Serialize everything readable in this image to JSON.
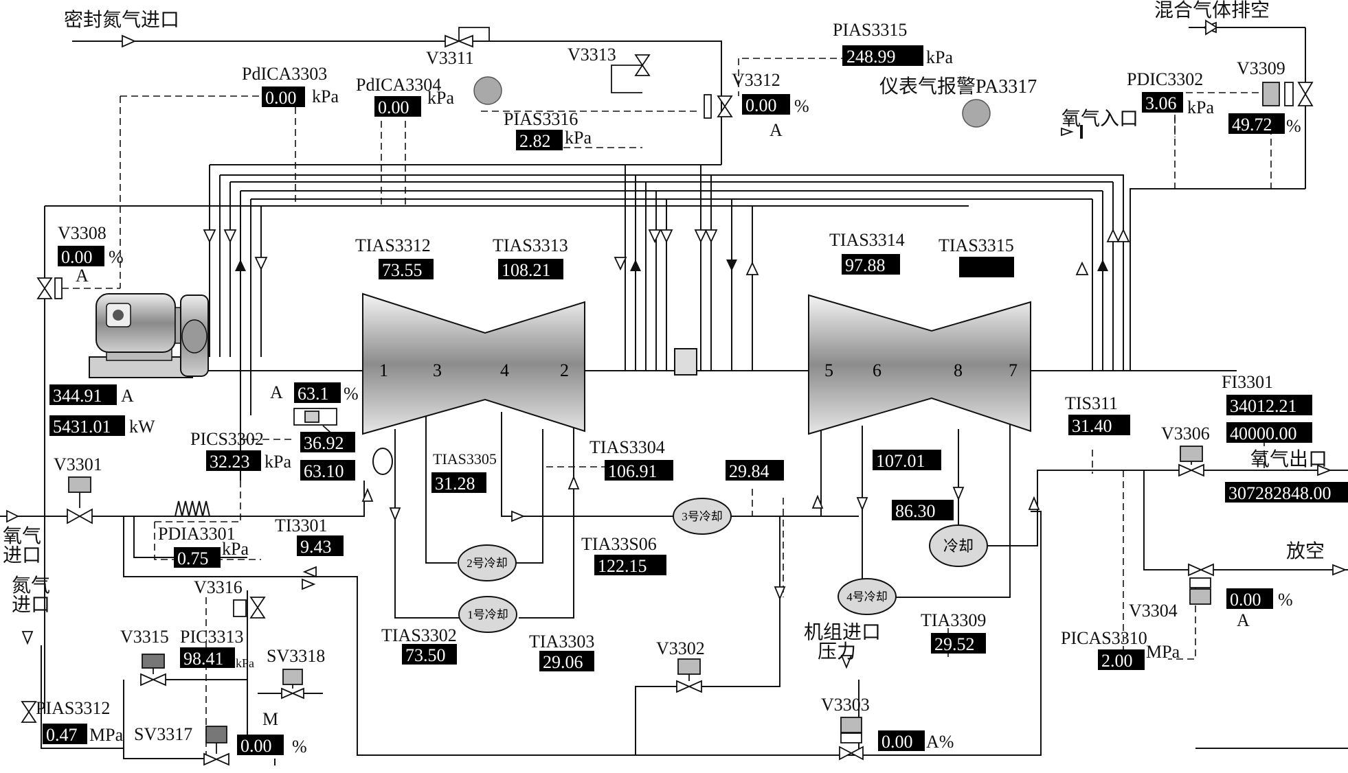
{
  "inlets_outlets": {
    "seal_n2_inlet": "密封氮气进口",
    "mixed_gas_vent": "混合气体排空",
    "o2_inlet": "氧气入口",
    "o2_outlet": "氧气出口",
    "vent": "放空",
    "oxygen_in_line1": "氧气",
    "oxygen_in_line2": "进口",
    "nitrogen_in_line1": "氮气",
    "nitrogen_in_line2": "进口",
    "unit_inlet_pressure_line1": "机组进口",
    "unit_inlet_pressure_line2": "压力",
    "instrument_air_alarm": "仪表气报警PA3317"
  },
  "valves": {
    "V3311": "V3311",
    "V3313": "V3313",
    "V3312": "V3312",
    "V3309": "V3309",
    "V3308": "V3308",
    "V3301": "V3301",
    "V3316": "V3316",
    "V3315": "V3315",
    "V3318": "SV3318",
    "V3317": "SV3317",
    "V3302": "V3302",
    "V3303": "V3303",
    "V3306": "V3306",
    "V3304": "V3304"
  },
  "tags": {
    "PIAS3315": "PIAS3315",
    "PdICA3303": "PdICA3303",
    "PdICA3304": "PdICA3304",
    "PIAS3316": "PIAS3316",
    "PDIC3302": "PDIC3302",
    "TIAS3312": "TIAS3312",
    "TIAS3313": "TIAS3313",
    "TIAS3314": "TIAS3314",
    "TIAS3315": "TIAS3315",
    "PICS3302": "PICS3302",
    "TIAS3305": "TIAS3305",
    "TIAS3304": "TIAS3304",
    "TI3301": "TI3301",
    "PDIA3301": "PDIA3301",
    "TIA33S06": "TIA33S06",
    "PIC3313": "PIC3313",
    "TIAS3302": "TIAS3302",
    "TIA3303": "TIA3303",
    "TIA3309": "TIA3309",
    "PIAS3312": "PIAS3312",
    "PICAS3310": "PICAS3310",
    "TIS311": "TIS311",
    "FI3301": "FI3301"
  },
  "readings": {
    "PIAS3315": "248.99",
    "PdICA3303": "0.00",
    "PdICA3304": "0.00",
    "PIAS3316": "2.82",
    "V3312_pct": "0.00",
    "PDIC3302": "3.06",
    "V3309_pct": "49.72",
    "V3308_pct": "0.00",
    "TIAS3312": "73.55",
    "TIAS3313": "108.21",
    "TIAS3314": "97.88",
    "TIAS3315": "",
    "motor_current": "344.91",
    "motor_power": "5431.01",
    "A_val1": "63.1",
    "A_val2": "36.92",
    "A_val3": "63.10",
    "PICS3302": "32.23",
    "TIAS3305": "31.28",
    "TIAS3304": "106.91",
    "mid_temp": "29.84",
    "right_temp1": "107.01",
    "right_temp2": "86.30",
    "TIS311": "31.40",
    "FI3301_a": "34012.21",
    "FI3301_b": "40000.00",
    "FI3301_total": "307282848.00",
    "TI3301": "9.43",
    "PDIA3301": "0.75",
    "TIA33S06": "122.15",
    "PIC3313": "98.41",
    "TIAS3302": "73.50",
    "TIA3303": "29.06",
    "TIA3309": "29.52",
    "PIAS3312": "0.47",
    "V3317_pct": "0.00",
    "V3303_pct": "0.00",
    "PICAS3310": "2.00",
    "V3304_pct": "0.00"
  },
  "units": {
    "kPa": "kPa",
    "MPa": "MPa",
    "pct": "%",
    "A": "A",
    "kW": "kW",
    "M": "M",
    "A_pct": "A%"
  },
  "compressor_stages": {
    "s1": "1",
    "s2": "2",
    "s3": "3",
    "s4": "4",
    "s5": "5",
    "s6": "6",
    "s7": "7",
    "s8": "8"
  },
  "coolers": {
    "c1": "1号冷却",
    "c2": "2号冷却",
    "c3": "3号冷却",
    "c4": "4号冷却",
    "c5": "冷却"
  },
  "colors": {
    "line": "#111111",
    "box_bg": "#000000",
    "box_fg": "#ffffff",
    "equip": "#bfbfbf"
  }
}
